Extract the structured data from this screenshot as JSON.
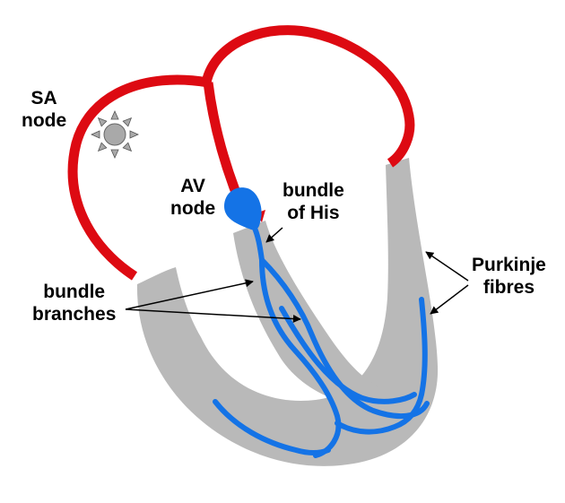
{
  "colors": {
    "background": "#ffffff",
    "atrium_wall": "#dd0a12",
    "ventricle_wall": "#b9b9b9",
    "conduction": "#1473e6",
    "arrow": "#000000",
    "sa_node_fill": "#a9a9a9"
  },
  "labels": {
    "sa_node": [
      "SA",
      "node"
    ],
    "av_node": [
      "AV",
      "node"
    ],
    "bundle_of_his": [
      "bundle",
      "of His"
    ],
    "bundle_branches": [
      "bundle",
      "branches"
    ],
    "purkinje_fibres": [
      "Purkinje",
      "fibres"
    ]
  },
  "icons": {
    "sa_node": "sun-icon"
  }
}
